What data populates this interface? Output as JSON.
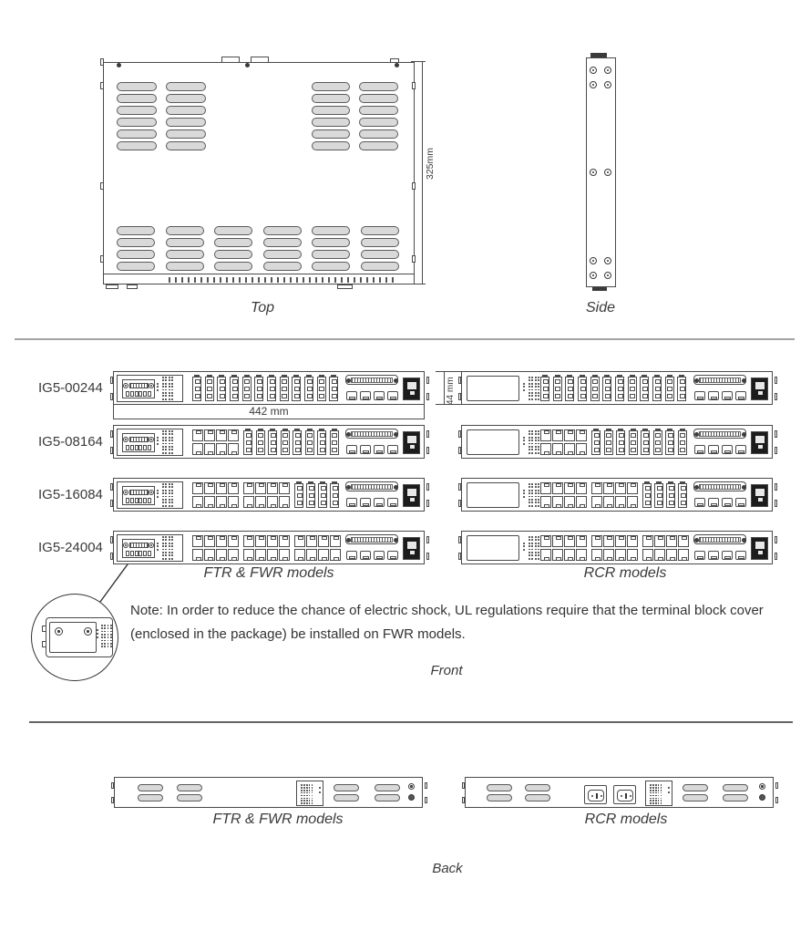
{
  "page": {
    "background": "#ffffff",
    "line_color": "#4a4a4a",
    "text_color": "#3a3a3a",
    "vent_fill": "#d9d9d9"
  },
  "top_section": {
    "top_caption": "Top",
    "side_caption": "Side",
    "depth_dimension": "325mm"
  },
  "front_section": {
    "width_dimension": "442 mm",
    "height_dimension": "44 mm",
    "models": [
      {
        "label": "IG5-00244",
        "rj45_groups": 0,
        "sfp_pairs": 12
      },
      {
        "label": "IG5-08164",
        "rj45_groups": 1,
        "sfp_pairs": 8
      },
      {
        "label": "IG5-16084",
        "rj45_groups": 2,
        "sfp_pairs": 4
      },
      {
        "label": "IG5-24004",
        "rj45_groups": 3,
        "sfp_pairs": 0
      }
    ],
    "left_column_caption": "FTR  & FWR models",
    "right_column_caption": "RCR models",
    "note_line1": "Note: In order to reduce the chance of electric shock, UL regulations require that the terminal block cover",
    "note_line2": "(enclosed in the package) be installed on FWR models.",
    "front_caption": "Front"
  },
  "back_section": {
    "left_caption": "FTR  & FWR models",
    "right_caption": "RCR models",
    "back_caption": "Back"
  }
}
